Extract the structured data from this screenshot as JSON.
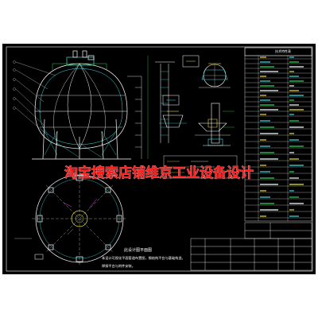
{
  "watermark": {
    "text": "淘宝搜索店铺维京工业设备设计",
    "color": "#ff1a1a"
  },
  "notes": {
    "heading": "此设计图平面图",
    "line1": "本设计可视化平面管道布置图，钢结构平台与基础构造。",
    "line2": "焊接平台与附件安装。"
  },
  "colors": {
    "background": "#000000",
    "paper": "#ffffff",
    "line_white": "#ffffff",
    "line_cyan": "#3fe0e0",
    "line_green": "#39d353",
    "line_yellow": "#f0e040",
    "line_magenta": "#e040e0",
    "line_red": "#ff3030"
  },
  "title_block": {
    "label": "技术特性表"
  }
}
